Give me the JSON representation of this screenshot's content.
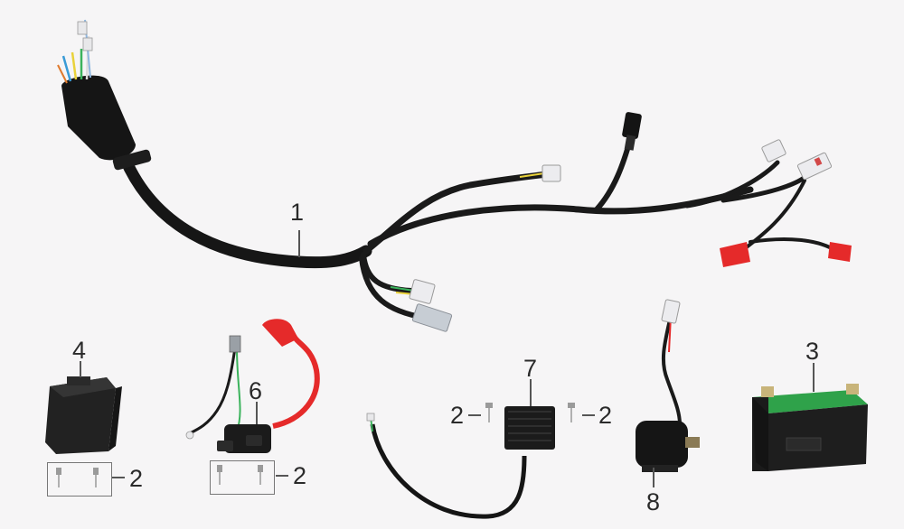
{
  "diagram": {
    "callouts": {
      "wiring_harness": "1",
      "cdi_screws_qty": "2",
      "coil_screws_qty": "2",
      "regulator_screw_left_qty": "2",
      "regulator_screw_right_qty": "2",
      "battery": "3",
      "cdi_unit": "4",
      "ignition_coil": "6",
      "regulator_rectifier": "7",
      "starter_relay": "8"
    },
    "colors": {
      "cable_black": "#1b1b1b",
      "plug_red": "#e52a2a",
      "battery_green": "#2fa24a",
      "connector_white": "#e9e9ec"
    }
  }
}
